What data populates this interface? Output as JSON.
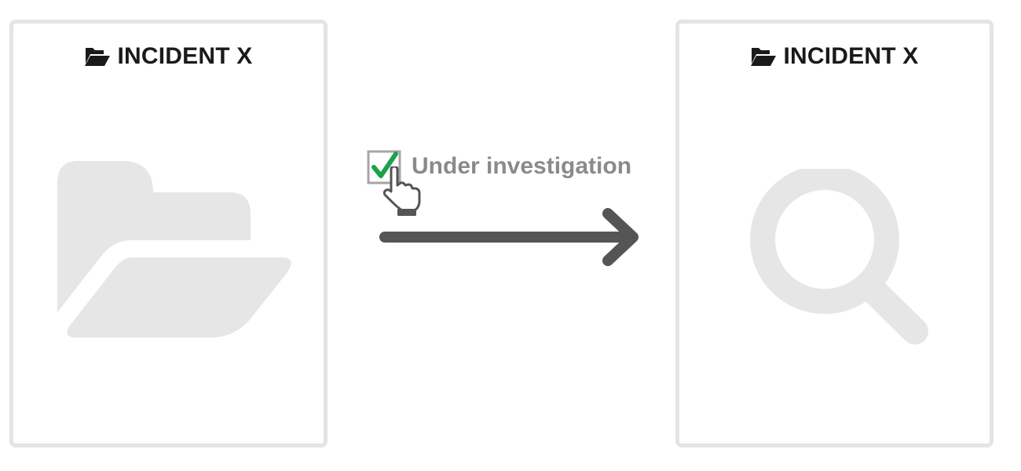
{
  "cards": [
    {
      "title": "INCIDENT X",
      "header_icon": "folder-open-icon",
      "illustration": "folder-open-icon"
    },
    {
      "title": "INCIDENT X",
      "header_icon": "folder-open-icon",
      "illustration": "magnifier-icon"
    }
  ],
  "transition": {
    "label": "Under investigation",
    "checkbox_checked": true,
    "checkbox_icon": "checkbox-checked-icon",
    "pointer_icon": "hand-pointer-icon",
    "arrow_icon": "arrow-right-icon"
  },
  "colors": {
    "card_border": "#e4e4e4",
    "illustration": "#e6e6e7",
    "title_text": "#1a1a1a",
    "label_text": "#8a8a8a",
    "arrow": "#555555",
    "check_mark": "#1aa34a"
  }
}
